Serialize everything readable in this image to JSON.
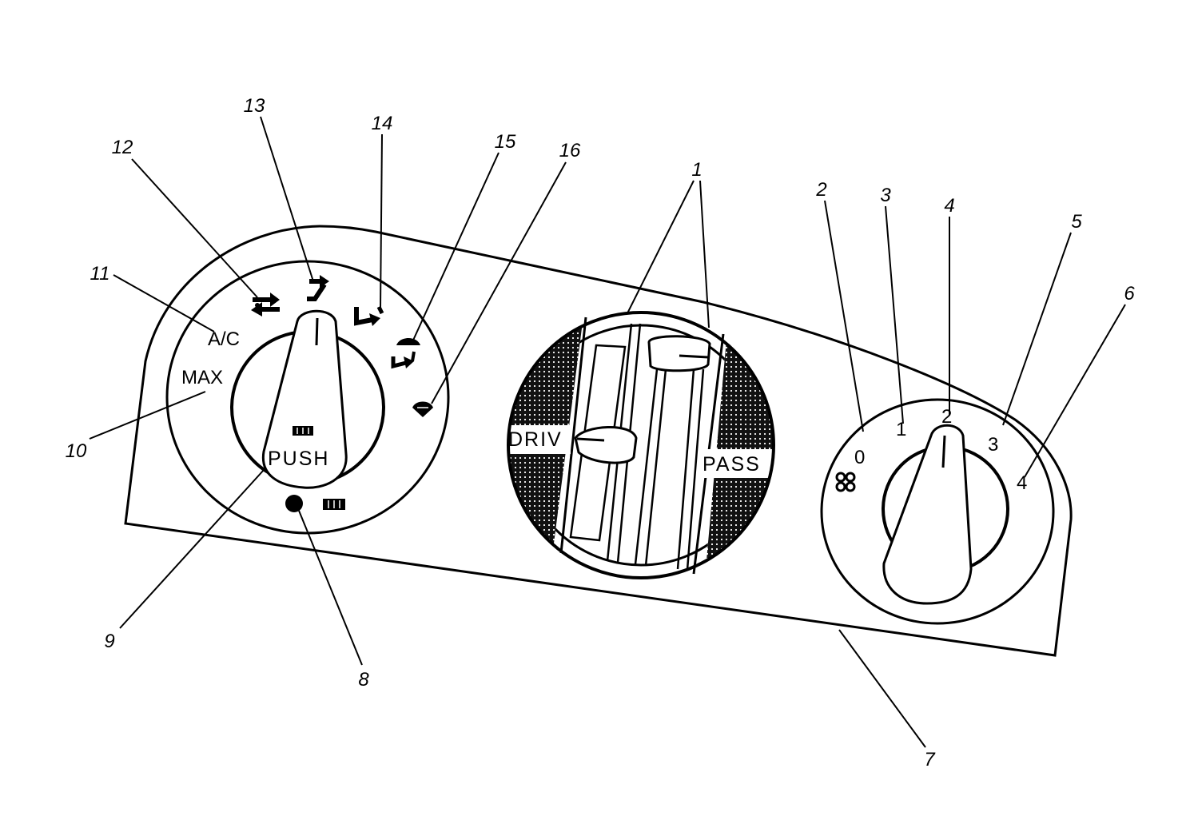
{
  "callouts": [
    "1",
    "2",
    "3",
    "4",
    "5",
    "6",
    "7",
    "8",
    "9",
    "10",
    "11",
    "12",
    "13",
    "14",
    "15",
    "16"
  ],
  "left_dial": {
    "ac_label": "A/C",
    "max_label": "MAX",
    "push_label": "PUSH"
  },
  "temp_slider": {
    "driver_label": "DRIV",
    "passenger_label": "PASS"
  },
  "fan_dial": {
    "speeds": [
      "0",
      "1",
      "2",
      "3",
      "4"
    ]
  },
  "icons": {
    "mode_icons": [
      "vent-icon",
      "bi-level-icon",
      "floor-icon",
      "defrost-floor-icon",
      "defrost-icon"
    ],
    "rear_defrost": "rear-defrost-icon",
    "fan": "fan-icon"
  }
}
